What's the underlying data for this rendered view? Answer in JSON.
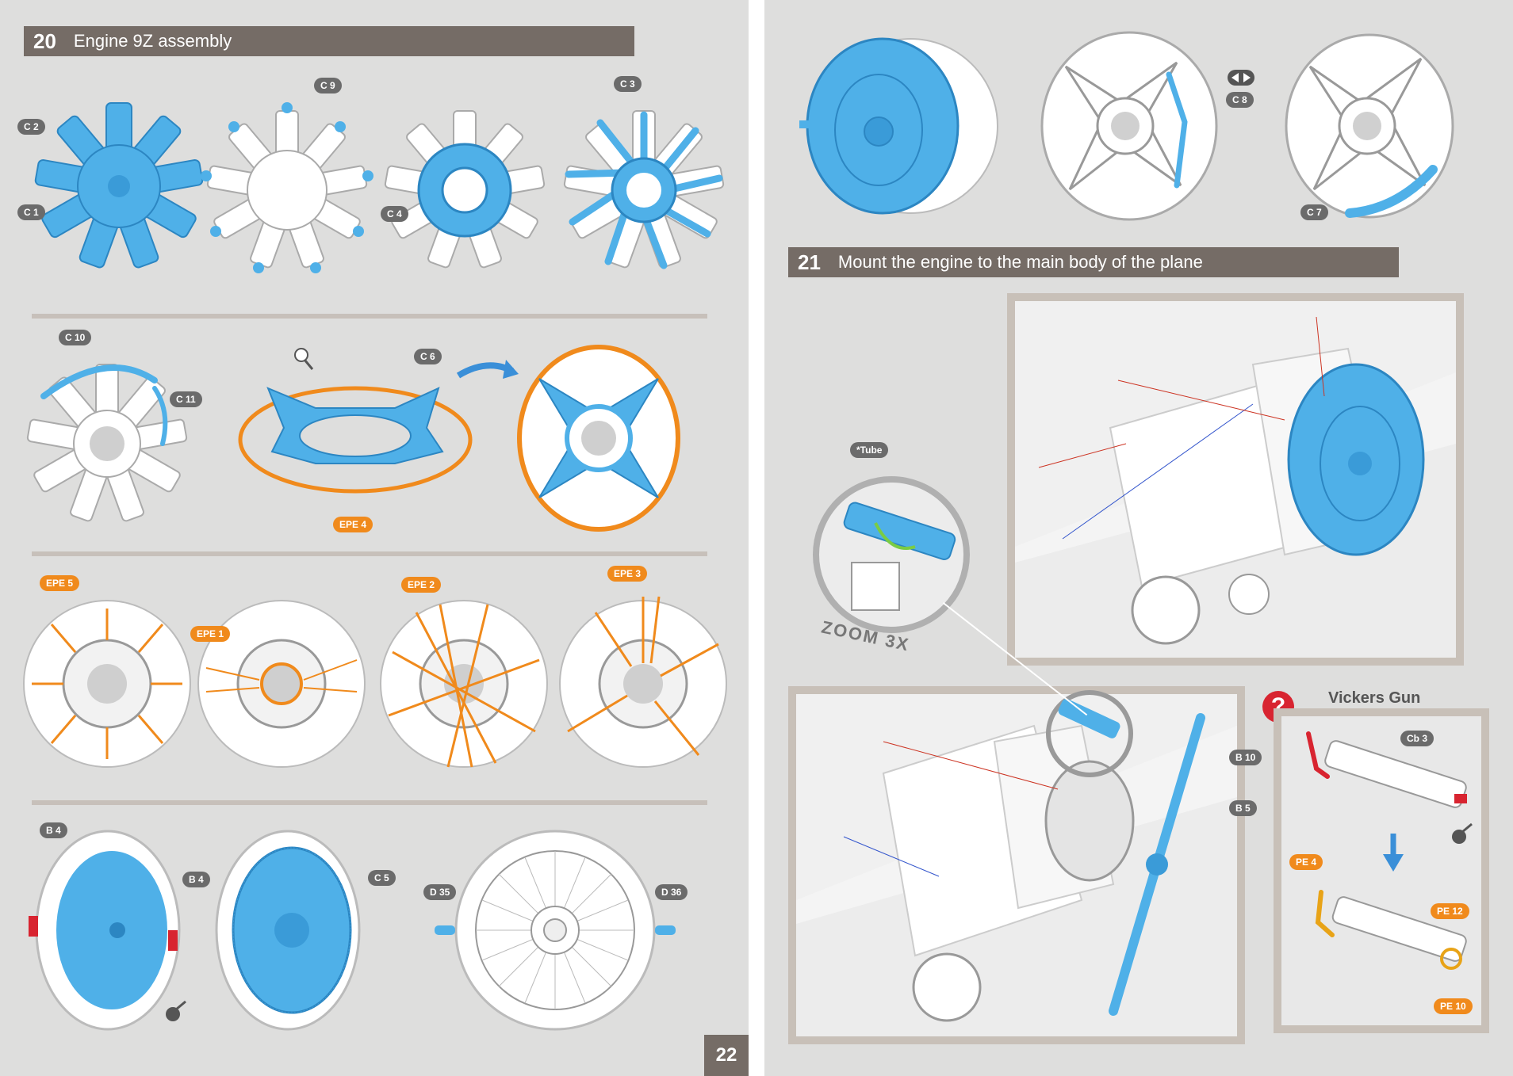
{
  "steps": {
    "step20": {
      "number": "20",
      "title": "Engine 9Z assembly"
    },
    "step21": {
      "number": "21",
      "title": "Mount the engine to the main body of the plane"
    }
  },
  "page_number": "22",
  "part_tags": {
    "c2": "C 2",
    "c1": "C 1",
    "c9": "C 9",
    "c3": "C 3",
    "c4": "C 4",
    "c10": "C 10",
    "c11": "C 11",
    "c6": "C 6",
    "epe4": "EPE 4",
    "epe5": "EPE 5",
    "epe1": "EPE 1",
    "epe2": "EPE 2",
    "epe3": "EPE 3",
    "b4a": "B 4",
    "b4b": "B 4",
    "c5": "C 5",
    "d35": "D 35",
    "d36": "D 36",
    "c8": "C 8",
    "c7": "C 7",
    "tube": "*Tube",
    "b10": "B 10",
    "b5": "B 5",
    "cb3": "Cb 3",
    "pe4": "PE 4",
    "pe12": "PE 12",
    "pe10": "PE 10"
  },
  "zoom_label": "ZOOM 3X",
  "vickers_title": "Vickers Gun",
  "question_mark": "?",
  "colors": {
    "part_blue": "#4fb0e8",
    "photo_etch_orange": "#f08a1c",
    "header_brown": "#756c66",
    "warning_red": "#d82430"
  },
  "icons": {
    "glue": "glue-brush-icon",
    "mirror": "mirror-arrows-icon",
    "question": "question-icon",
    "arrow": "arrow-icon"
  }
}
